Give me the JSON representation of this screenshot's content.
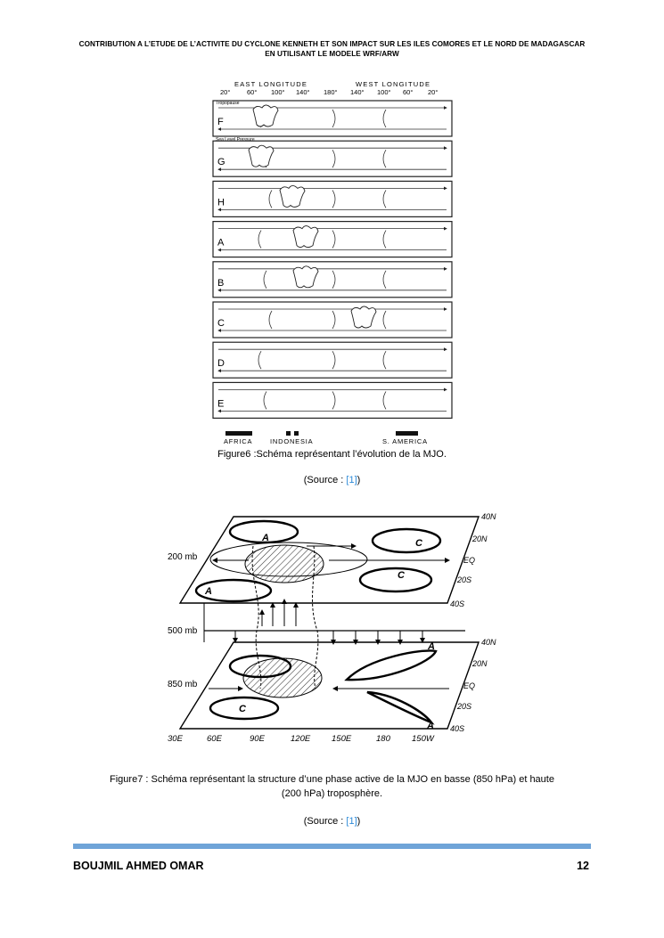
{
  "header": {
    "line1": "CONTRIBUTION A L’ETUDE DE L’ACTIVITE DU CYCLONE KENNETH ET SON IMPACT SUR LES ILES COMORES ET LE NORD DE MADAGASCAR",
    "line2": "EN UTILISANT LE MODELE WRF/ARW"
  },
  "figure6": {
    "top_labels": {
      "east": "EAST  LONGITUDE",
      "west": "WEST  LONGITUDE"
    },
    "longitudes": [
      "20°",
      "60°",
      "100°",
      "140°",
      "180°",
      "140°",
      "100°",
      "60°",
      "20°"
    ],
    "annotations": {
      "tropopause": "Tropopause",
      "sea_level": "Sea Level Pressure"
    },
    "panels": [
      "F",
      "G",
      "H",
      "A",
      "B",
      "C",
      "D",
      "E"
    ],
    "regions": [
      "AFRICA",
      "INDONESIA",
      "S. AMERICA"
    ],
    "caption": "Figure6 :Schéma représentant l’évolution de la MJO.",
    "source_prefix": "(Source : ",
    "source_ref": "[1]",
    "source_suffix": ")"
  },
  "figure7": {
    "levels": [
      "200 mb",
      "500 mb",
      "850 mb"
    ],
    "latitudes": [
      "40N",
      "20N",
      "EQ",
      "20S",
      "40S"
    ],
    "longitudes": [
      "30E",
      "60E",
      "90E",
      "120E",
      "150E",
      "180",
      "150W"
    ],
    "circulation_labels": {
      "anticyclone": "A",
      "cyclone": "C"
    },
    "caption_line1": "Figure7 : Schéma représentant la structure d’une phase active de la MJO en basse (850 hPa) et haute",
    "caption_line2": "(200 hPa) troposphère.",
    "source_prefix": "(Source : ",
    "source_ref": "[1]",
    "source_suffix": ")"
  },
  "footer": {
    "author": "BOUJMIL AHMED OMAR",
    "page": "12"
  }
}
